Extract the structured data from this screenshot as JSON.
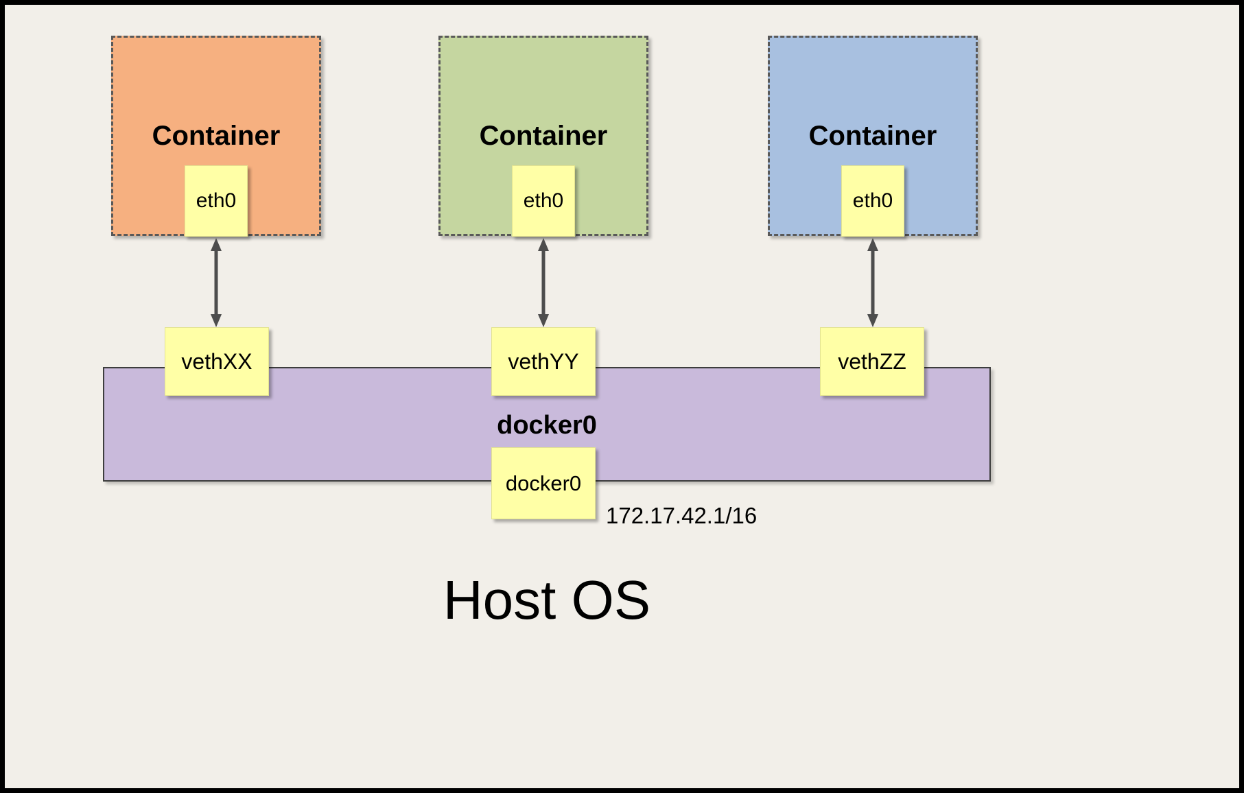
{
  "colors": {
    "background": "#f2efe9",
    "container_orange": "#f6b080",
    "container_green": "#c5d6a0",
    "container_blue": "#a8c0e0",
    "interface_yellow": "#ffffa6",
    "bridge_purple": "#c9badb",
    "arrow_gray": "#4d4d4d",
    "border_black": "#000000"
  },
  "containers": [
    {
      "label": "Container",
      "interface": "eth0"
    },
    {
      "label": "Container",
      "interface": "eth0"
    },
    {
      "label": "Container",
      "interface": "eth0"
    }
  ],
  "veths": [
    {
      "label": "vethXX"
    },
    {
      "label": "vethYY"
    },
    {
      "label": "vethZZ"
    }
  ],
  "bridge": {
    "title": "docker0",
    "interface": "docker0",
    "ip": "172.17.42.1/16"
  },
  "host": {
    "label": "Host OS"
  }
}
